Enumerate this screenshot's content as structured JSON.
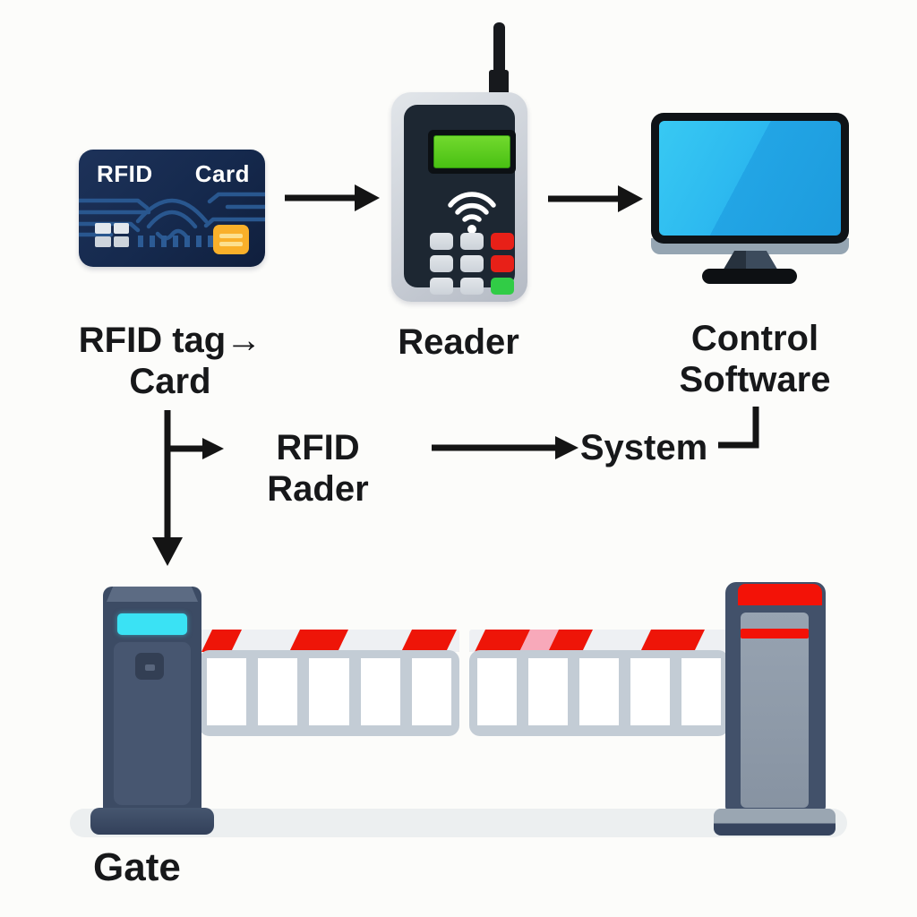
{
  "card": {
    "brand_label": "RFID",
    "type_label": "Card"
  },
  "labels": {
    "card_line1": "RFID tag→",
    "card_line2": "Card",
    "reader": "Reader",
    "control_line1": "Control",
    "control_line2": "Software",
    "flow_reader": "RFID Rader",
    "flow_system": "System",
    "gate": "Gate"
  },
  "icons": {
    "wifi": "wifi-icon",
    "chip": "card-chip-icon",
    "contact_pad": "card-contact-pad-icon",
    "antenna": "antenna-icon",
    "circuit_traces": "circuit-traces-icon"
  },
  "colors": {
    "background": "#fcfcfa",
    "card_body": "#15294d",
    "card_pad": "#f9b02a",
    "reader_body": "#c8cdd5",
    "reader_face": "#1d2732",
    "reader_screen_green": "#49c013",
    "key_red": "#e82018",
    "key_green": "#31cc46",
    "monitor_screen_cyan": "#2cb8ef",
    "gate_post_dark": "#3c4b64",
    "gate_cyan_panel": "#3ae2f4",
    "stripe_red": "#ee1508",
    "stripe_pink": "#f8a9ba",
    "rail_gray": "#c3ccd5",
    "text": "#17181a"
  }
}
